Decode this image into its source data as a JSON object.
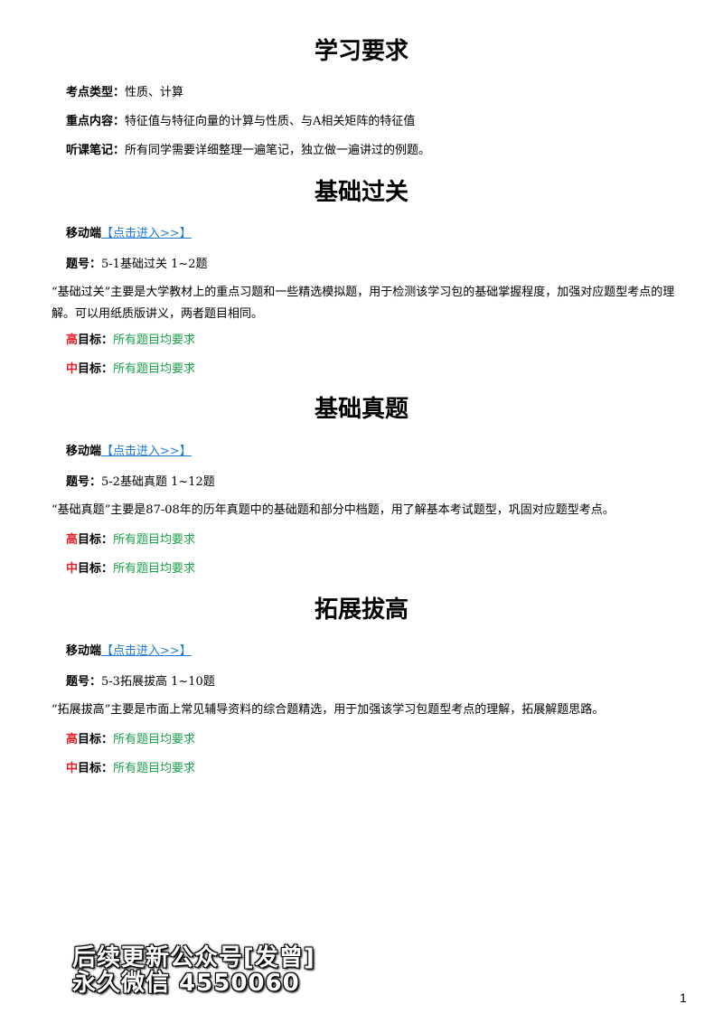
{
  "section1": {
    "title": "学习要求",
    "exam_type_label": "考点类型：",
    "exam_type_value": "性质、计算",
    "key_content_label": "重点内容：",
    "key_content_value": "特征值与特征向量的计算与性质、与A相关矩阵的特征值",
    "notes_label": "听课笔记：",
    "notes_value": "所有同学需要详细整理一遍笔记，独立做一遍讲过的例题。"
  },
  "section2": {
    "title": "基础过关",
    "mobile_label": "移动端",
    "mobile_link": "【点击进入>>】",
    "number_label": "题号：",
    "number_value": "5-1基础过关 1~2题",
    "description": "“基础过关”主要是大学教材上的重点习题和一些精选模拟题，用于检测该学习包的基础掌握程度，加强对应题型考点的理解。可以用纸质版讲义，两者题目相同。",
    "high_prefix": "高",
    "target_label": "目标：",
    "high_value": "所有题目均要求",
    "mid_prefix": "中",
    "mid_value": "所有题目均要求"
  },
  "section3": {
    "title": "基础真题",
    "mobile_label": "移动端",
    "mobile_link": "【点击进入>>】",
    "number_label": "题号：",
    "number_value": "5-2基础真题 1~12题",
    "description": "“基础真题”主要是87-08年的历年真题中的基础题和部分中档题，用了解基本考试题型，巩固对应题型考点。",
    "high_prefix": "高",
    "target_label": "目标：",
    "high_value": "所有题目均要求",
    "mid_prefix": "中",
    "mid_value": "所有题目均要求"
  },
  "section4": {
    "title": "拓展拔高",
    "mobile_label": "移动端",
    "mobile_link": "【点击进入>>】",
    "number_label": "题号：",
    "number_value": "5-3拓展拔高 1~10题",
    "description": "“拓展拔高”主要是市面上常见辅导资料的综合题精选，用于加强该学习包题型考点的理解，拓展解题思路。",
    "high_prefix": "高",
    "target_label": "目标：",
    "high_value": "所有题目均要求",
    "mid_prefix": "中",
    "mid_value": "所有题目均要求"
  },
  "watermark": {
    "line1": "后续更新公众号[发曾]",
    "line2": "永久微信 4550060"
  },
  "page_number": "1",
  "colors": {
    "link": "#1f7ad6",
    "high": "#e8202a",
    "mid": "#e8202a",
    "target_value": "#1aa34a"
  }
}
